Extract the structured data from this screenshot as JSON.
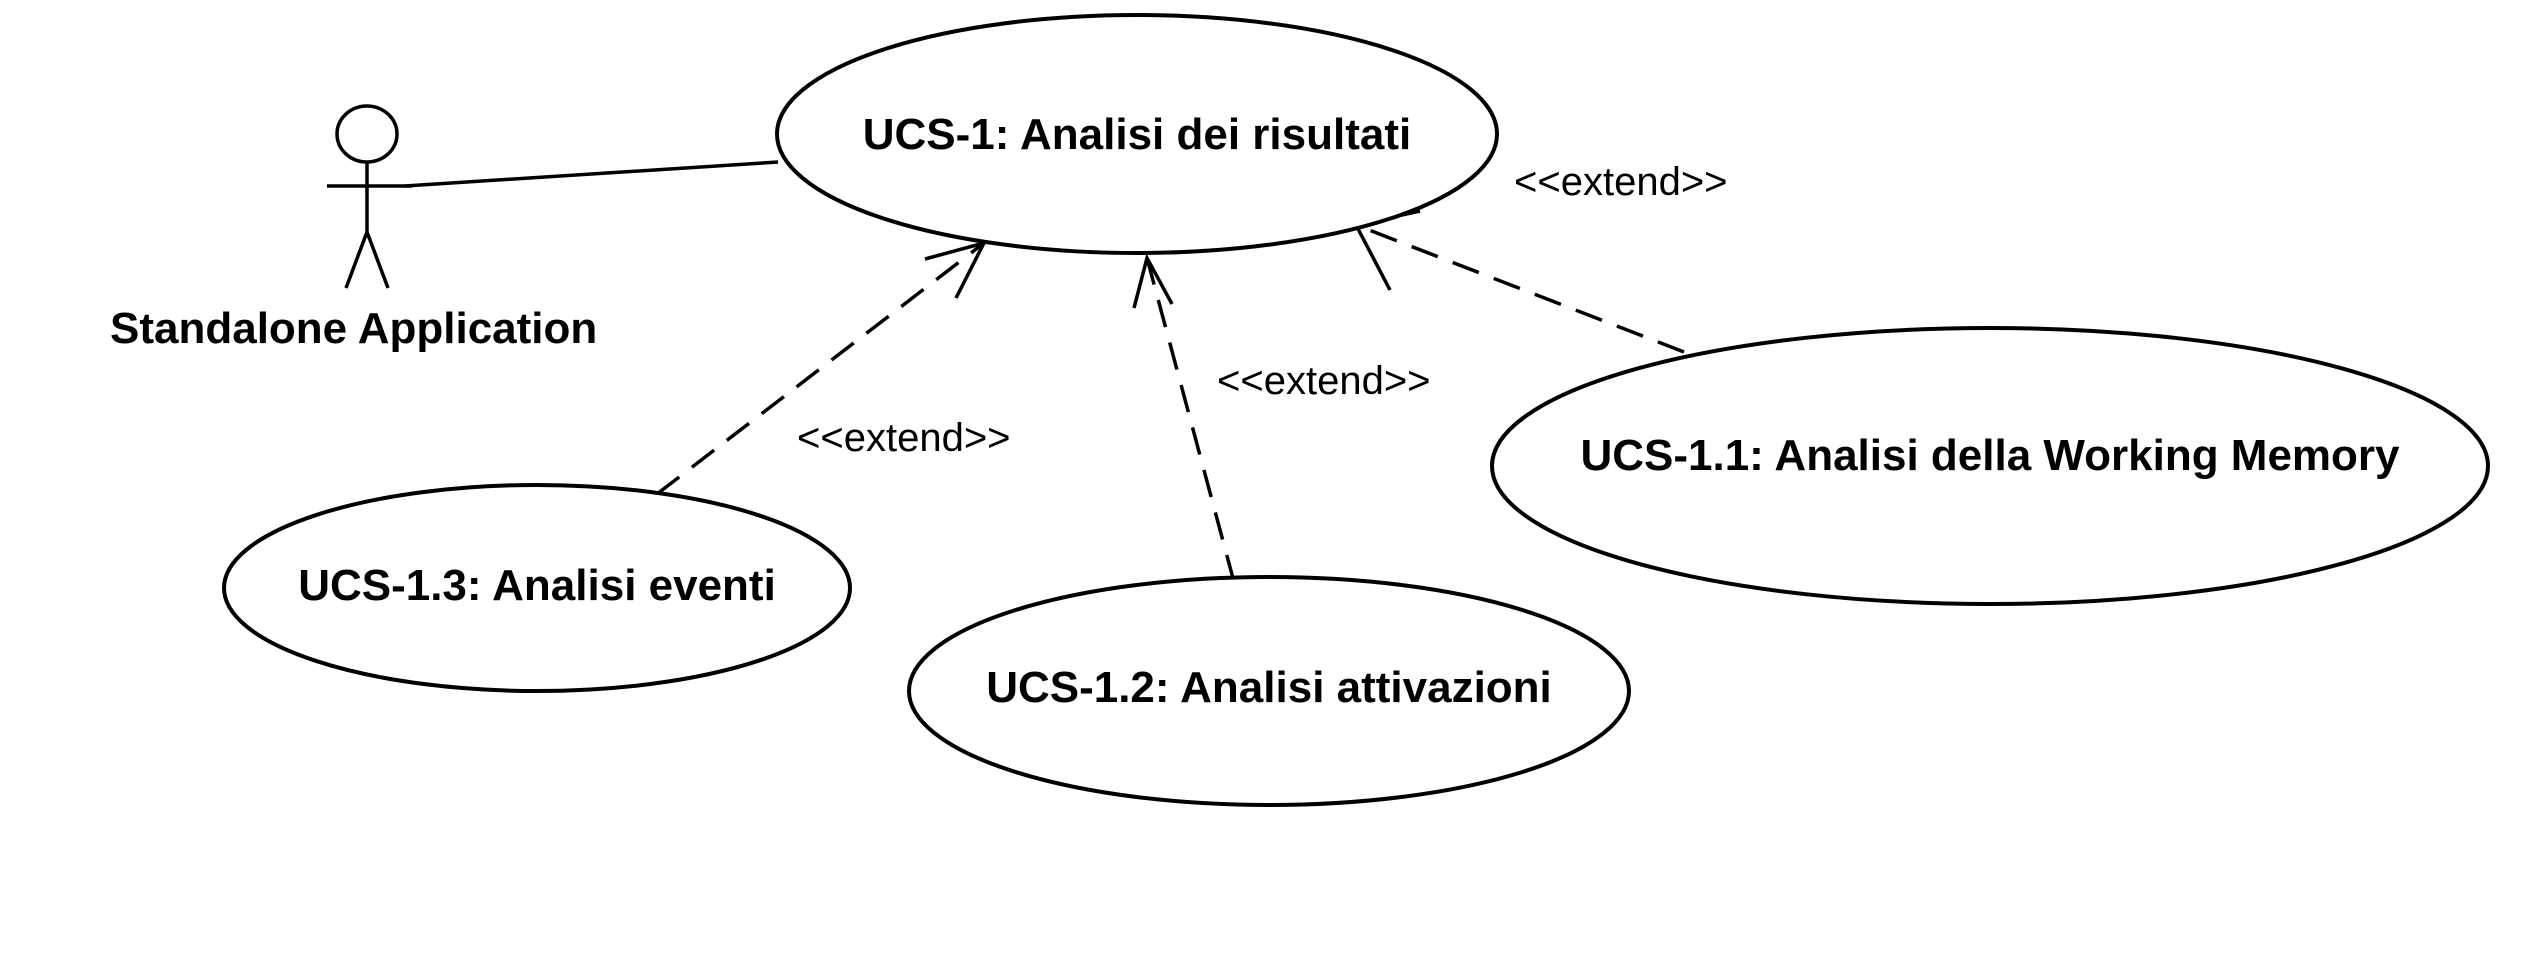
{
  "actor": {
    "name": "Standalone Application"
  },
  "use_cases": {
    "main": "UCS-1: Analisi dei risultati",
    "working_memory": "UCS-1.1: Analisi della Working Memory",
    "attivazioni": "UCS-1.2: Analisi attivazioni",
    "eventi": "UCS-1.3: Analisi eventi"
  },
  "relationships": {
    "extend_working_memory": "<<extend>>",
    "extend_attivazioni": "<<extend>>",
    "extend_eventi": "<<extend>>"
  },
  "colors": {
    "stroke": "#000000",
    "background": "#ffffff"
  }
}
